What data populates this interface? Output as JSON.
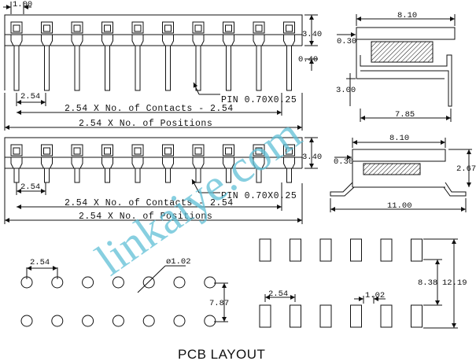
{
  "top_view": {
    "dim_pitch_top": "1.00",
    "dim_height": "3.40",
    "dim_pin_lead": "0.40",
    "dim_pitch": "2.54",
    "pin_label": "PIN 0.70X0.25",
    "contacts_formula": "2.54 X No. of Contacts - 2.54",
    "positions_formula": "2.54 X No. of Positions"
  },
  "side_view_top": {
    "dim_width": "8.10",
    "dim_offset": "0.30",
    "dim_standoff": "3.00",
    "dim_lead": "7.85"
  },
  "smd_view": {
    "dim_height": "3.40",
    "dim_pitch": "2.54",
    "pin_label": "PIN 0.70X0.25",
    "contacts_formula": "2.54 X No. of Contacts - 2.54",
    "positions_formula": "2.54 X No. of Positions"
  },
  "side_view_smd": {
    "dim_width": "8.10",
    "dim_offset": "0.30",
    "dim_height": "2.67",
    "dim_span": "11.00"
  },
  "pcb_thru": {
    "dim_pitch": "2.54",
    "dim_hole": "ø1.02",
    "dim_row": "7.87"
  },
  "pcb_smd": {
    "dim_pitch": "2.54",
    "dim_pad": "1.02",
    "dim_inner": "8.38",
    "dim_outer": "12.19"
  },
  "caption": "PCB LAYOUT",
  "watermark": "linkaiye.com",
  "colors": {
    "line": "#111111",
    "watermark": "#5fbfd6",
    "background": "#ffffff"
  }
}
